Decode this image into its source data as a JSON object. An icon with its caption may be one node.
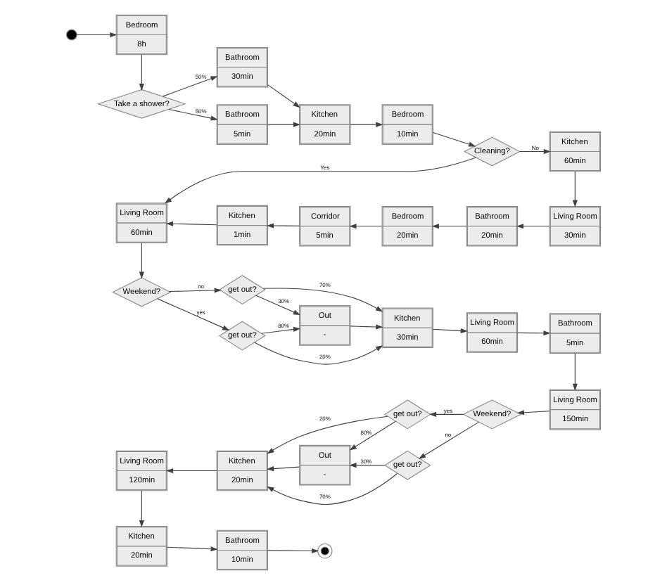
{
  "diagram": {
    "nodes": [
      {
        "text": [],
        "shape": "circle"
      },
      {
        "text": [
          "Bedroom",
          "8h"
        ]
      },
      {
        "text": [
          "Bathroom",
          "30min"
        ]
      },
      {
        "text": [
          "Take a shower?"
        ]
      },
      {
        "text": [
          "Bathroom",
          "5min"
        ]
      },
      {
        "text": [
          "Kitchen",
          "20min"
        ]
      },
      {
        "text": [
          "Bedroom",
          "10min"
        ]
      },
      {
        "text": [
          "Cleaning?"
        ]
      },
      {
        "text": [
          "Kitchen",
          "60min"
        ]
      },
      {
        "text": [
          "Living Room",
          "60min"
        ]
      },
      {
        "text": [
          "Kitchen",
          "1min"
        ]
      },
      {
        "text": [
          "Corridor",
          "5min"
        ]
      },
      {
        "text": [
          "Bedroom",
          "20min"
        ]
      },
      {
        "text": [
          "Bathroom",
          "20min"
        ]
      },
      {
        "text": [
          "Living Room",
          "30min"
        ]
      },
      {
        "text": [
          "get out?"
        ]
      },
      {
        "text": [
          "Weekend?"
        ]
      },
      {
        "text": [
          "Out",
          "-"
        ]
      },
      {
        "text": [
          "Kitchen",
          "30min"
        ]
      },
      {
        "text": [
          "Living Room",
          "60min"
        ]
      },
      {
        "text": [
          "Bathroom",
          "5min"
        ]
      },
      {
        "text": [
          "get out?"
        ]
      },
      {
        "text": [
          "Living Room",
          "120min"
        ]
      },
      {
        "text": [
          "Kitchen",
          "20min"
        ]
      },
      {
        "text": [
          "Out",
          "-"
        ]
      },
      {
        "text": [
          "get out?"
        ]
      },
      {
        "text": [
          "Weekend?"
        ]
      },
      {
        "text": [
          "Living Room",
          "150min"
        ]
      },
      {
        "text": [
          "get out?"
        ]
      },
      {
        "text": [
          "Kitchen",
          "20min"
        ]
      },
      {
        "text": [
          "Bathroom",
          "10min"
        ]
      },
      {
        "text": [],
        "shape": "circle"
      }
    ],
    "edges": [
      {
        "from": 0,
        "to": 1,
        "arrow": "to"
      },
      {
        "from": 1,
        "to": 3,
        "arrow": "to"
      },
      {
        "from": 3,
        "to": 2,
        "arrow": "to",
        "label": "50%"
      },
      {
        "from": 3,
        "to": 4,
        "arrow": "to",
        "label": "50%"
      },
      {
        "from": 2,
        "to": 5,
        "arrow": "to"
      },
      {
        "from": 4,
        "to": 5,
        "arrow": "to"
      },
      {
        "from": 5,
        "to": 6,
        "arrow": "to"
      },
      {
        "from": 6,
        "to": 7,
        "arrow": "to"
      },
      {
        "from": 7,
        "to": 8,
        "arrow": "to",
        "label": "No"
      },
      {
        "from": 7,
        "to": 9,
        "arrow": "to",
        "label": "Yes"
      },
      {
        "from": 8,
        "to": 14,
        "arrow": "to"
      },
      {
        "from": 14,
        "to": 13,
        "arrow": "to"
      },
      {
        "from": 13,
        "to": 12,
        "arrow": "to"
      },
      {
        "from": 12,
        "to": 11,
        "arrow": "to"
      },
      {
        "from": 11,
        "to": 10,
        "arrow": "to"
      },
      {
        "from": 10,
        "to": 9,
        "arrow": "to"
      },
      {
        "from": 9,
        "to": 16,
        "arrow": "to"
      },
      {
        "from": 16,
        "to": 15,
        "arrow": "to",
        "label": "yes"
      },
      {
        "from": 16,
        "to": 21,
        "arrow": "to",
        "label": "no"
      },
      {
        "from": 15,
        "to": 17,
        "arrow": "to",
        "label": "80%"
      },
      {
        "from": 15,
        "to": 18,
        "arrow": "to",
        "label": "20%"
      },
      {
        "from": 21,
        "to": 17,
        "arrow": "to",
        "label": "30%"
      },
      {
        "from": 21,
        "to": 18,
        "arrow": "to",
        "label": "70%"
      },
      {
        "from": 17,
        "to": 18,
        "arrow": "to"
      },
      {
        "from": 18,
        "to": 19,
        "arrow": "to"
      },
      {
        "from": 19,
        "to": 20,
        "arrow": "to"
      },
      {
        "from": 20,
        "to": 27,
        "arrow": "to"
      },
      {
        "from": 27,
        "to": 26,
        "arrow": "to"
      },
      {
        "from": 26,
        "to": 25,
        "arrow": "to",
        "label": "yes"
      },
      {
        "from": 26,
        "to": 28,
        "arrow": "to",
        "label": "no"
      },
      {
        "from": 25,
        "to": 24,
        "arrow": "to",
        "label": "80%"
      },
      {
        "from": 25,
        "to": 23,
        "arrow": "to",
        "label": "20%"
      },
      {
        "from": 28,
        "to": 24,
        "arrow": "to",
        "label": "30%"
      },
      {
        "from": 28,
        "to": 23,
        "arrow": "to",
        "label": "70%"
      },
      {
        "from": 24,
        "to": 23,
        "arrow": "to"
      },
      {
        "from": 23,
        "to": 22,
        "arrow": "to"
      },
      {
        "from": 22,
        "to": 29,
        "arrow": "to"
      },
      {
        "from": 29,
        "to": 30,
        "arrow": "to"
      },
      {
        "from": 30,
        "to": 31,
        "arrow": "to"
      }
    ]
  }
}
